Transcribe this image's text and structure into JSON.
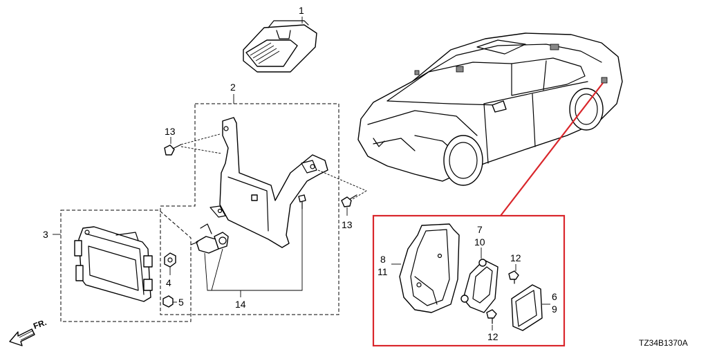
{
  "callouts": {
    "c1": "1",
    "c2": "2",
    "c3": "3",
    "c4": "4",
    "c5": "5",
    "c6": "6",
    "c7": "7",
    "c8": "8",
    "c9": "9",
    "c10": "10",
    "c11": "11",
    "c12a": "12",
    "c12b": "12",
    "c13a": "13",
    "c13b": "13",
    "c14": "14"
  },
  "front_marker": "FR.",
  "diagram_code": "TZ34B1370A",
  "colors": {
    "line": "#000000",
    "highlight": "#d9262b",
    "background": "#ffffff"
  }
}
